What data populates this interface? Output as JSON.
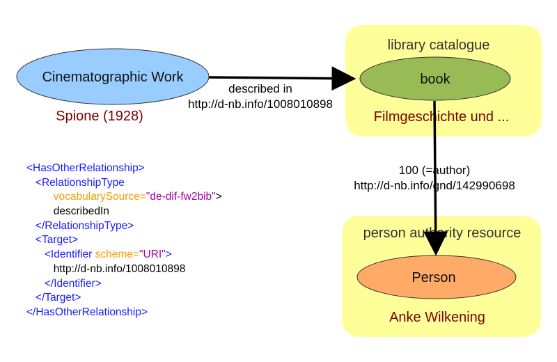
{
  "colors": {
    "group_fill": "#ffff99",
    "cinematographic_fill": "#99ccff",
    "book_fill": "#99bb55",
    "person_fill": "#ffaa66",
    "label_dark_red": "#7a0000",
    "edge": "#000000",
    "xml_tag": "#1a1aff",
    "xml_attr": "#ff9900",
    "xml_value": "#a300a3"
  },
  "nodes": {
    "cinematographic": {
      "label": "Cinematographic Work",
      "caption": "Spione (1928)"
    },
    "book": {
      "label": "book",
      "caption": "Filmgeschichte und ..."
    },
    "person": {
      "label": "Person",
      "caption": "Anke Wilkening"
    }
  },
  "groups": {
    "library": {
      "title": "library catalogue"
    },
    "authority": {
      "title": "person authority resource"
    }
  },
  "edges": {
    "described_in": {
      "line1": "described in",
      "line2": "http://d-nb.info/1008010898"
    },
    "author": {
      "line1": "100 (=author)",
      "line2": "http://d-nb.info/gnd/142990698"
    }
  },
  "xml": {
    "l1_tag": "<HasOtherRelationship>",
    "l2_tag": "<RelationshipType",
    "l3_attr": "vocabularySource=",
    "l3_val": "\"de-dif-fw2bib\"",
    "l3_close": ">",
    "l4_text": "describedIn",
    "l5_tag": "</RelationshipType>",
    "l6_tag": "<Target>",
    "l7_tag": "<Identifier ",
    "l7_attr": "scheme=",
    "l7_val": "\"URI\"",
    "l7_close": ">",
    "l8_text": "http://d-nb.info/1008010898",
    "l9_tag": "</Identifier>",
    "l10_tag": "</Target>",
    "l11_tag": "</HasOtherRelationship>"
  }
}
